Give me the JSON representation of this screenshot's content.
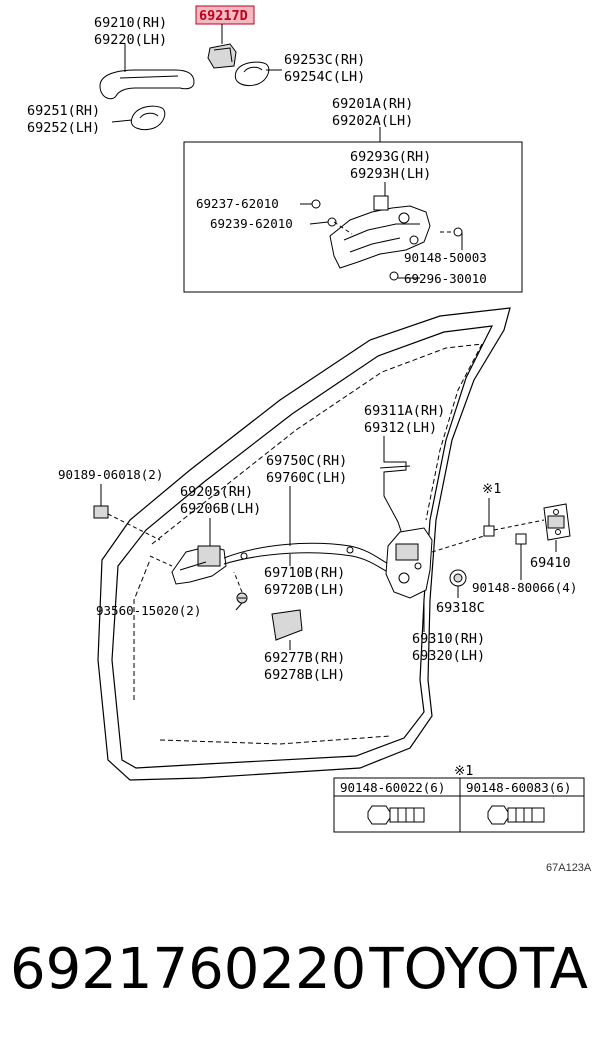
{
  "labels": {
    "p69210": "69210(RH)",
    "p69220": "69220(LH)",
    "p69217d": "69217D",
    "p69253c": "69253C(RH)",
    "p69254c": "69254C(LH)",
    "p69251": "69251(RH)",
    "p69252": "69252(LH)",
    "p69201a": "69201A(RH)",
    "p69202a": "69202A(LH)",
    "p69293g": "69293G(RH)",
    "p69293h": "69293H(LH)",
    "p69237": "69237-62010",
    "p69239": "69239-62010",
    "p90148_50003": "90148-50003",
    "p69296": "69296-30010",
    "p69311a": "69311A(RH)",
    "p69312": "69312(LH)",
    "p90189": "90189-06018(2)",
    "p69750c": "69750C(RH)",
    "p69760c": "69760C(LH)",
    "p69205": "69205(RH)",
    "p69206b": "69206B(LH)",
    "p69410": "69410",
    "p90148_80066": "90148-80066(4)",
    "p69710b": "69710B(RH)",
    "p69720b": "69720B(LH)",
    "p93560": "93560-15020(2)",
    "p69318c": "69318C",
    "p69310": "69310(RH)",
    "p69320": "69320(LH)",
    "p69277b": "69277B(RH)",
    "p69278b": "69278B(LH)",
    "note_mark": "※1"
  },
  "note_table": {
    "mark": "※1",
    "col1": "90148-60022(6)",
    "col2": "90148-60083(6)"
  },
  "ref_code": "67A123A",
  "footer": {
    "part_number": "6921760220",
    "brand": "TOYOTA"
  },
  "colors": {
    "highlight_box": "#f3b9c2",
    "highlight_text": "#c0001a"
  }
}
